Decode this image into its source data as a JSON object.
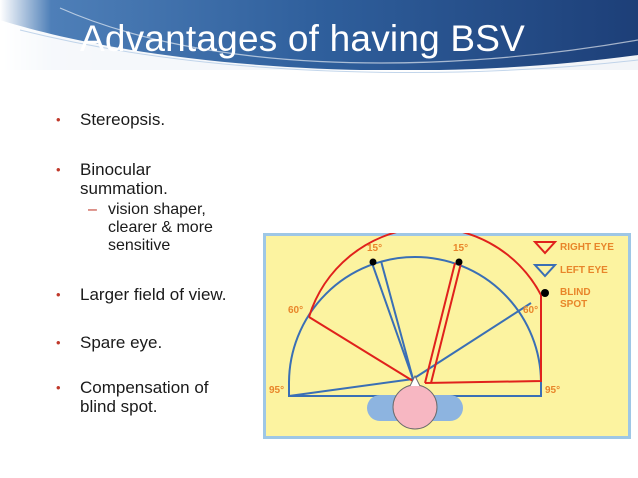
{
  "title": "Advantages of having BSV",
  "bullets": [
    {
      "text": "Stereopsis."
    },
    {
      "lines": [
        "Binocular",
        "summation."
      ],
      "sub": [
        "vision shaper,",
        "clearer & more",
        "sensitive"
      ]
    },
    {
      "text": "Larger field of view."
    },
    {
      "text": "Spare eye."
    },
    {
      "lines": [
        "Compensation of",
        "blind spot."
      ]
    }
  ],
  "bullet_glyph": "•",
  "dash_glyph": "–",
  "diagram": {
    "angles": {
      "left_15": "15°",
      "right_15": "15°",
      "left_60": "60°",
      "right_60": "60°",
      "left_95": "95°",
      "right_95": "95°"
    },
    "legend": {
      "right_eye": "RIGHT EYE",
      "left_eye": "LEFT EYE",
      "blind_spot_1": "BLIND",
      "blind_spot_2": "SPOT"
    },
    "colors": {
      "background": "#fcf3a0",
      "frame": "#9ec7e6",
      "right_eye": "#e0211c",
      "left_eye": "#3a6fb5",
      "label": "#e8852a",
      "face": "#f7b7c2",
      "ears": "#8db4e0"
    }
  }
}
